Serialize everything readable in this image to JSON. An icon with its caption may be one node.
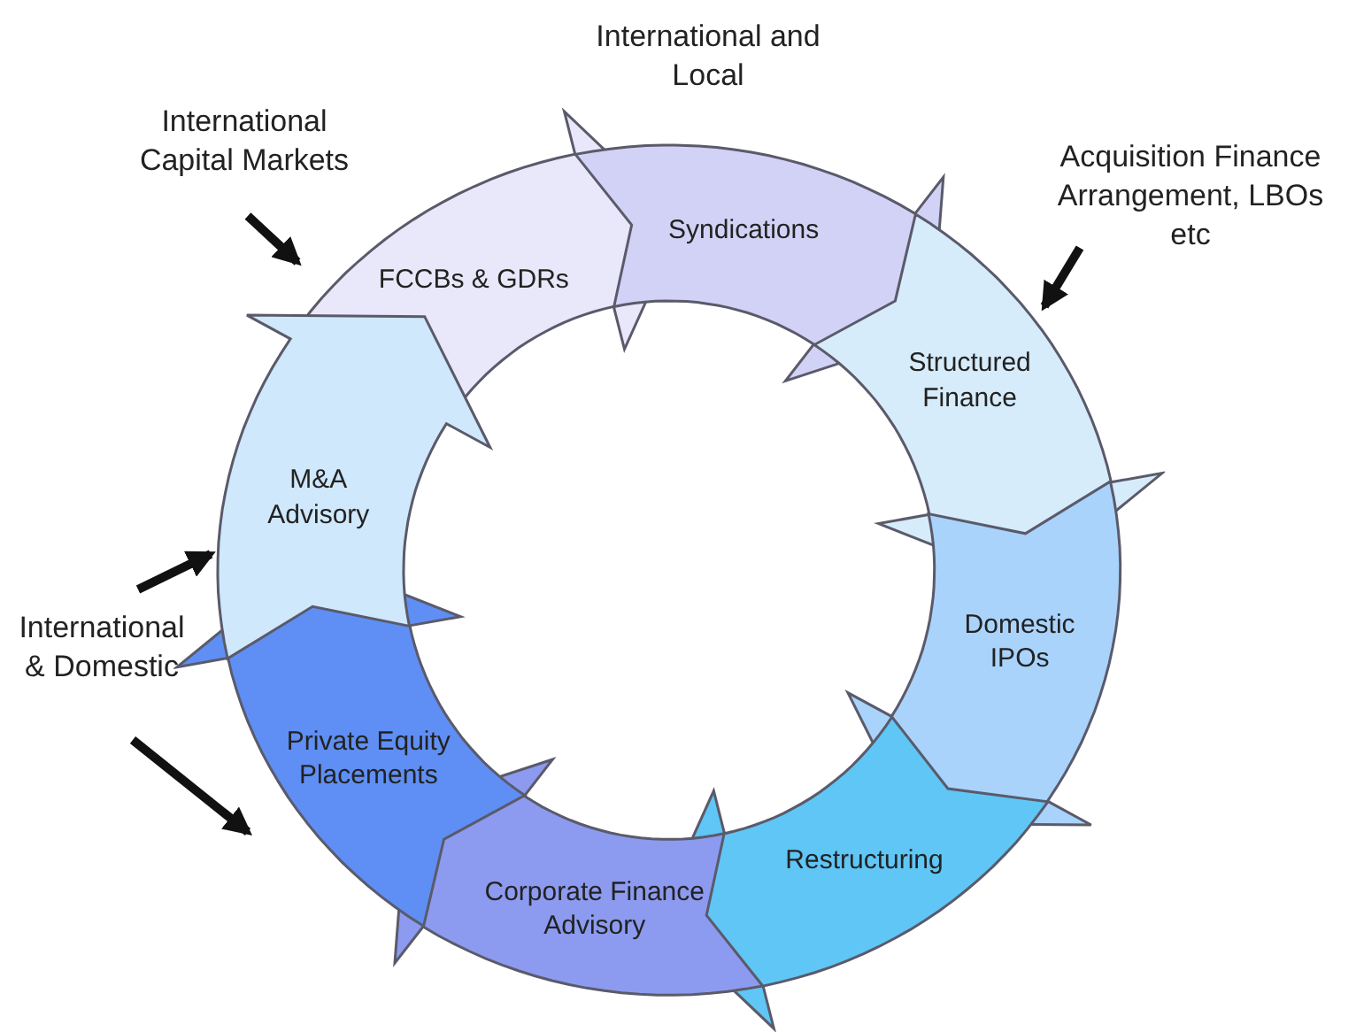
{
  "diagram": {
    "nodes": [
      {
        "text": [
          "FCCBs & GDRs"
        ]
      },
      {
        "text": [
          "Syndications"
        ]
      },
      {
        "text": [
          "Structured Finance"
        ]
      },
      {
        "text": [
          "Domestic IPOs"
        ]
      },
      {
        "text": [
          "Restructuring"
        ]
      },
      {
        "text": [
          "Corporate Finance Advisory"
        ]
      },
      {
        "text": [
          "Private Equity Placements"
        ]
      },
      {
        "text": [
          "M&A Advisory"
        ]
      },
      {
        "text": [
          "International Capital Markets"
        ]
      },
      {
        "text": [
          "Acquisition Finance Arrangement, LBOs etc"
        ]
      },
      {
        "text": [
          "International & Domestic"
        ]
      }
    ],
    "edges": [
      {
        "from": 8,
        "to": 0,
        "arrow": "to"
      },
      {
        "from": 9,
        "to": 2,
        "arrow": "to"
      },
      {
        "from": 10,
        "to": 7,
        "arrow": "to"
      },
      {
        "from": 10,
        "to": 6,
        "arrow": "to"
      }
    ],
    "labels": [
      "International and Local"
    ]
  }
}
